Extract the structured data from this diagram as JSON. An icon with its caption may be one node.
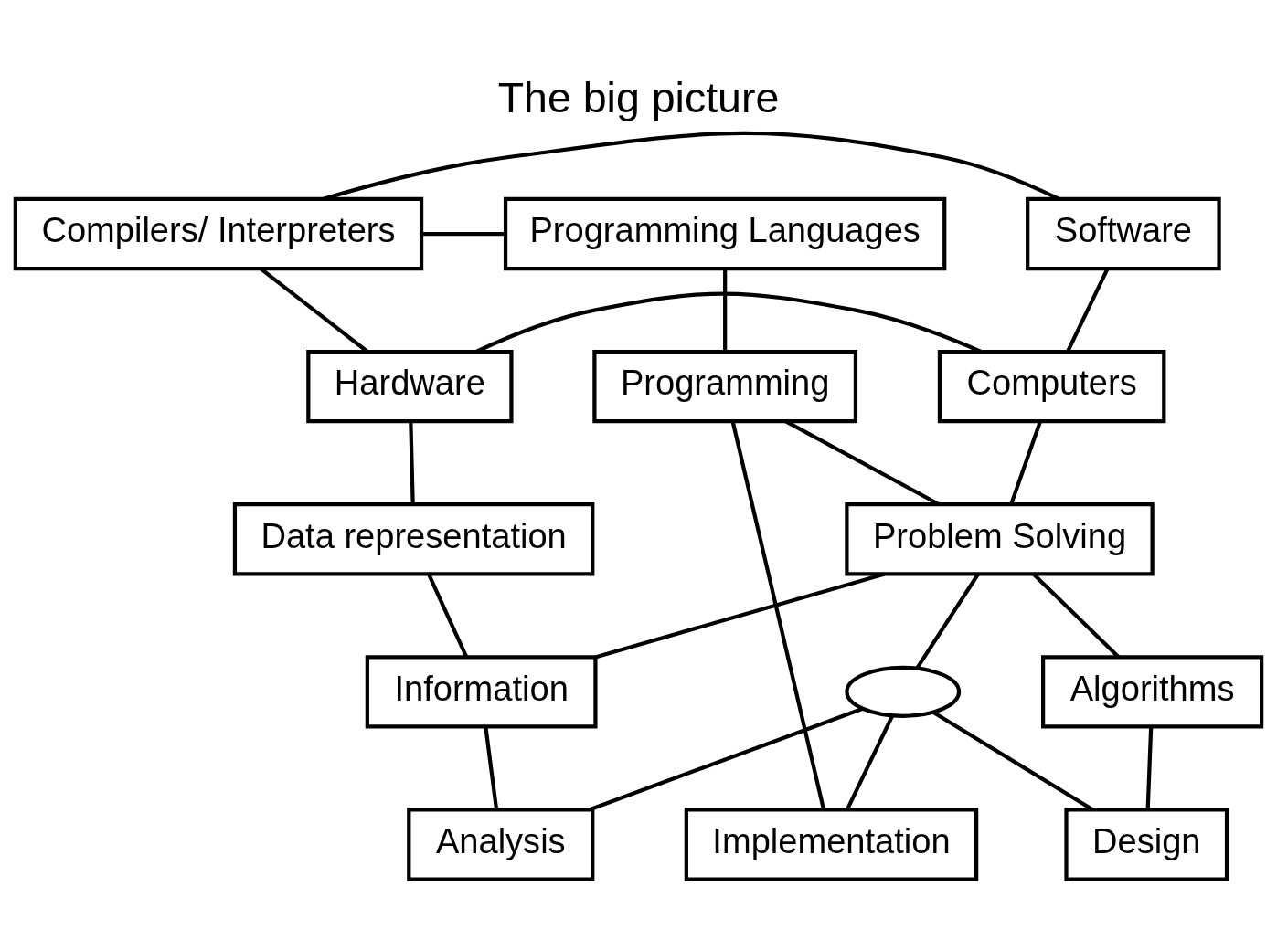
{
  "diagram": {
    "title": "The big picture",
    "nodes": [
      {
        "text": [
          "Compilers/ Interpreters"
        ]
      },
      {
        "text": [
          "Software"
        ]
      },
      {
        "text": [
          "Programming Languages"
        ]
      },
      {
        "text": [
          "Hardware"
        ]
      },
      {
        "text": [
          "Computers"
        ]
      },
      {
        "text": [
          "Programming"
        ]
      },
      {
        "text": [
          "Problem Solving"
        ]
      },
      {
        "text": [
          "Data representation"
        ]
      },
      {
        "text": [
          "Information"
        ]
      },
      {
        "text": [
          "Algorithms"
        ]
      },
      {
        "text": [],
        "shape": "ellipse"
      },
      {
        "text": [
          "Analysis"
        ]
      },
      {
        "text": [
          "Design"
        ]
      },
      {
        "text": [
          "Implementation"
        ]
      }
    ],
    "edges": [
      {
        "from": 0,
        "to": 1,
        "arrow": "none"
      },
      {
        "from": 0,
        "to": 2,
        "arrow": "none"
      },
      {
        "from": 0,
        "to": 3,
        "arrow": "none"
      },
      {
        "from": 1,
        "to": 4,
        "arrow": "none"
      },
      {
        "from": 3,
        "to": 4,
        "arrow": "none"
      },
      {
        "from": 2,
        "to": 5,
        "arrow": "none"
      },
      {
        "from": 4,
        "to": 6,
        "arrow": "none"
      },
      {
        "from": 5,
        "to": 6,
        "arrow": "none"
      },
      {
        "from": 5,
        "to": 13,
        "arrow": "none"
      },
      {
        "from": 3,
        "to": 7,
        "arrow": "none"
      },
      {
        "from": 7,
        "to": 8,
        "arrow": "none"
      },
      {
        "from": 6,
        "to": 8,
        "arrow": "none"
      },
      {
        "from": 6,
        "to": 10,
        "arrow": "none"
      },
      {
        "from": 6,
        "to": 9,
        "arrow": "none"
      },
      {
        "from": 8,
        "to": 11,
        "arrow": "none"
      },
      {
        "from": 10,
        "to": 11,
        "arrow": "none"
      },
      {
        "from": 10,
        "to": 12,
        "arrow": "none"
      },
      {
        "from": 10,
        "to": 13,
        "arrow": "none"
      },
      {
        "from": 9,
        "to": 12,
        "arrow": "none"
      }
    ]
  }
}
